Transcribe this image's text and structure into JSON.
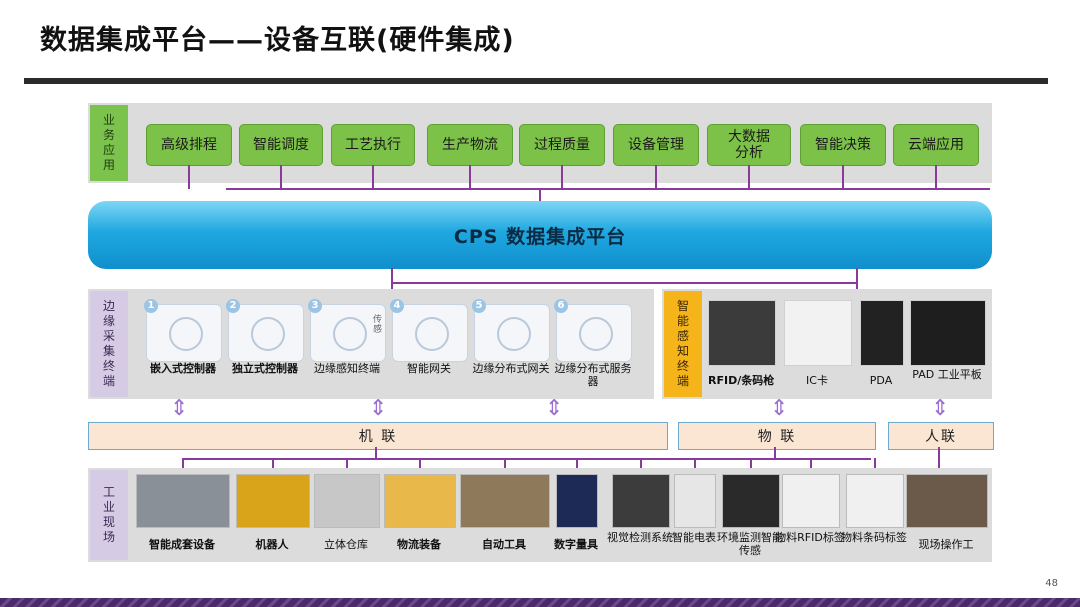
{
  "title": "数据集成平台——设备互联(硬件集成)",
  "business": {
    "side_label": "业务应用",
    "apps": [
      "高级排程",
      "智能调度",
      "工艺执行",
      "生产物流",
      "过程质量",
      "设备管理",
      "大数据分析",
      "智能决策",
      "云端应用"
    ]
  },
  "cps_label": "CPS 数据集成平台",
  "edge": {
    "side_label": "边缘采集终端",
    "devices": [
      {
        "num": "1",
        "label": "嵌入式控制器"
      },
      {
        "num": "2",
        "label": "独立式控制器"
      },
      {
        "num": "3",
        "label": "边缘感知终端",
        "tag": "传感"
      },
      {
        "num": "4",
        "label": "智能网关"
      },
      {
        "num": "5",
        "label": "边缘分布式网关"
      },
      {
        "num": "6",
        "label": "边缘分布式服务器"
      }
    ]
  },
  "smart_terminal": {
    "side_label": "智能感知终端",
    "items": [
      "RFID/条码枪",
      "IC卡",
      "PDA",
      "PAD 工业平板"
    ]
  },
  "links": {
    "machine": "机 联",
    "object": "物 联",
    "human": "人联"
  },
  "industrial": {
    "side_label": "工业现场",
    "items": [
      "智能成套设备",
      "机器人",
      "立体仓库",
      "物流装备",
      "自动工具",
      "数字量具",
      "视觉检测系统",
      "智能电表",
      "环境监测智能传感",
      "物料RFID标签",
      "物料条码标签",
      "现场操作工"
    ]
  },
  "page_number": "48",
  "colors": {
    "accent": "#8a3a9b",
    "green": "#7dc248",
    "blue": "#1fa8e0",
    "orange": "#f4b41a"
  }
}
